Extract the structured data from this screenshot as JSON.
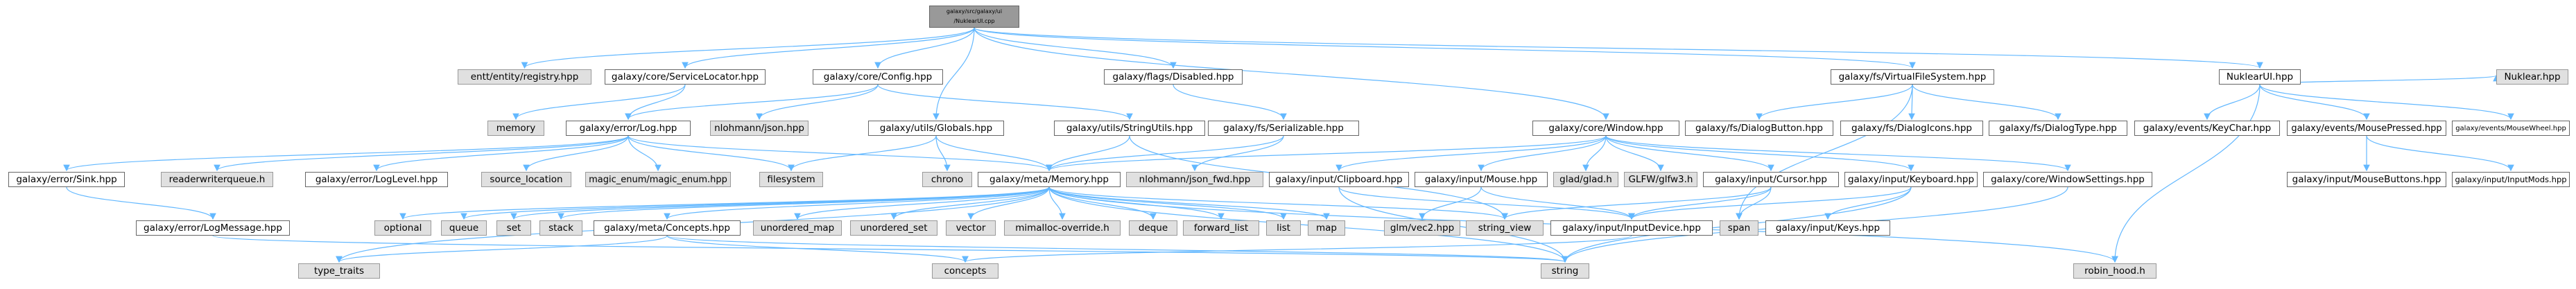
{
  "colors": {
    "edge": "#63b8ff",
    "local_fill": "#ffffff",
    "external_fill": "#e0e0e0",
    "root_fill": "#999999",
    "border": "#666666"
  },
  "nodes": [
    {
      "id": "root",
      "label": "galaxy/src/galaxy/ui\n/NuklearUI.cpp",
      "kind": "root"
    },
    {
      "id": "registry",
      "label": "entt/entity/registry.hpp",
      "kind": "external"
    },
    {
      "id": "svcloc",
      "label": "galaxy/core/ServiceLocator.hpp",
      "kind": "local"
    },
    {
      "id": "config",
      "label": "galaxy/core/Config.hpp",
      "kind": "local"
    },
    {
      "id": "disabled",
      "label": "galaxy/flags/Disabled.hpp",
      "kind": "local"
    },
    {
      "id": "vfs",
      "label": "galaxy/fs/VirtualFileSystem.hpp",
      "kind": "local"
    },
    {
      "id": "nuklearui",
      "label": "NuklearUI.hpp",
      "kind": "local"
    },
    {
      "id": "memory",
      "label": "memory",
      "kind": "external"
    },
    {
      "id": "log",
      "label": "galaxy/error/Log.hpp",
      "kind": "local"
    },
    {
      "id": "njson",
      "label": "nlohmann/json.hpp",
      "kind": "external"
    },
    {
      "id": "globals",
      "label": "galaxy/utils/Globals.hpp",
      "kind": "local"
    },
    {
      "id": "strutils",
      "label": "galaxy/utils/StringUtils.hpp",
      "kind": "local"
    },
    {
      "id": "serial",
      "label": "galaxy/fs/Serializable.hpp",
      "kind": "local"
    },
    {
      "id": "window",
      "label": "galaxy/core/Window.hpp",
      "kind": "local"
    },
    {
      "id": "dlgbtn",
      "label": "galaxy/fs/DialogButton.hpp",
      "kind": "local"
    },
    {
      "id": "dlgicons",
      "label": "galaxy/fs/DialogIcons.hpp",
      "kind": "local"
    },
    {
      "id": "dlgtype",
      "label": "galaxy/fs/DialogType.hpp",
      "kind": "local"
    },
    {
      "id": "keychar",
      "label": "galaxy/events/KeyChar.hpp",
      "kind": "local"
    },
    {
      "id": "mousepressed",
      "label": "galaxy/events/MousePressed.hpp",
      "kind": "local"
    },
    {
      "id": "mousewheel",
      "label": "galaxy/events/MouseWheel.hpp",
      "kind": "local"
    },
    {
      "id": "nuklear",
      "label": "Nuklear.hpp",
      "kind": "external"
    },
    {
      "id": "sink",
      "label": "galaxy/error/Sink.hpp",
      "kind": "local"
    },
    {
      "id": "rwq",
      "label": "readerwriterqueue.h",
      "kind": "external"
    },
    {
      "id": "loglevel",
      "label": "galaxy/error/LogLevel.hpp",
      "kind": "local"
    },
    {
      "id": "srcloc",
      "label": "source_location",
      "kind": "external"
    },
    {
      "id": "magicenum",
      "label": "magic_enum/magic_enum.hpp",
      "kind": "external"
    },
    {
      "id": "filesystem",
      "label": "filesystem",
      "kind": "external"
    },
    {
      "id": "chrono",
      "label": "chrono",
      "kind": "external"
    },
    {
      "id": "metamem",
      "label": "galaxy/meta/Memory.hpp",
      "kind": "local"
    },
    {
      "id": "njsonfwd",
      "label": "nlohmann/json_fwd.hpp",
      "kind": "external"
    },
    {
      "id": "clipboard",
      "label": "galaxy/input/Clipboard.hpp",
      "kind": "local"
    },
    {
      "id": "mouse",
      "label": "galaxy/input/Mouse.hpp",
      "kind": "local"
    },
    {
      "id": "glad",
      "label": "glad/glad.h",
      "kind": "external"
    },
    {
      "id": "glfw",
      "label": "GLFW/glfw3.h",
      "kind": "external"
    },
    {
      "id": "cursor",
      "label": "galaxy/input/Cursor.hpp",
      "kind": "local"
    },
    {
      "id": "keyboard",
      "label": "galaxy/input/Keyboard.hpp",
      "kind": "local"
    },
    {
      "id": "winsettings",
      "label": "galaxy/core/WindowSettings.hpp",
      "kind": "local"
    },
    {
      "id": "mousebtns",
      "label": "galaxy/input/MouseButtons.hpp",
      "kind": "local"
    },
    {
      "id": "inputmods",
      "label": "galaxy/input/InputMods.hpp",
      "kind": "local"
    },
    {
      "id": "logmsg",
      "label": "galaxy/error/LogMessage.hpp",
      "kind": "local"
    },
    {
      "id": "optional",
      "label": "optional",
      "kind": "external"
    },
    {
      "id": "queue",
      "label": "queue",
      "kind": "external"
    },
    {
      "id": "set",
      "label": "set",
      "kind": "external"
    },
    {
      "id": "stack",
      "label": "stack",
      "kind": "external"
    },
    {
      "id": "concepts_hpp",
      "label": "galaxy/meta/Concepts.hpp",
      "kind": "local"
    },
    {
      "id": "umap",
      "label": "unordered_map",
      "kind": "external"
    },
    {
      "id": "uset",
      "label": "unordered_set",
      "kind": "external"
    },
    {
      "id": "vector",
      "label": "vector",
      "kind": "external"
    },
    {
      "id": "mimalloc",
      "label": "mimalloc-override.h",
      "kind": "external"
    },
    {
      "id": "deque",
      "label": "deque",
      "kind": "external"
    },
    {
      "id": "fwdlist",
      "label": "forward_list",
      "kind": "external"
    },
    {
      "id": "list",
      "label": "list",
      "kind": "external"
    },
    {
      "id": "map",
      "label": "map",
      "kind": "external"
    },
    {
      "id": "glmvec2",
      "label": "glm/vec2.hpp",
      "kind": "external"
    },
    {
      "id": "strview",
      "label": "string_view",
      "kind": "external"
    },
    {
      "id": "inputdevice",
      "label": "galaxy/input/InputDevice.hpp",
      "kind": "local"
    },
    {
      "id": "span",
      "label": "span",
      "kind": "external"
    },
    {
      "id": "keys",
      "label": "galaxy/input/Keys.hpp",
      "kind": "local"
    },
    {
      "id": "typetraits",
      "label": "type_traits",
      "kind": "external"
    },
    {
      "id": "concepts",
      "label": "concepts",
      "kind": "external"
    },
    {
      "id": "string",
      "label": "string",
      "kind": "external"
    },
    {
      "id": "robinhood",
      "label": "robin_hood.h",
      "kind": "external"
    }
  ]
}
